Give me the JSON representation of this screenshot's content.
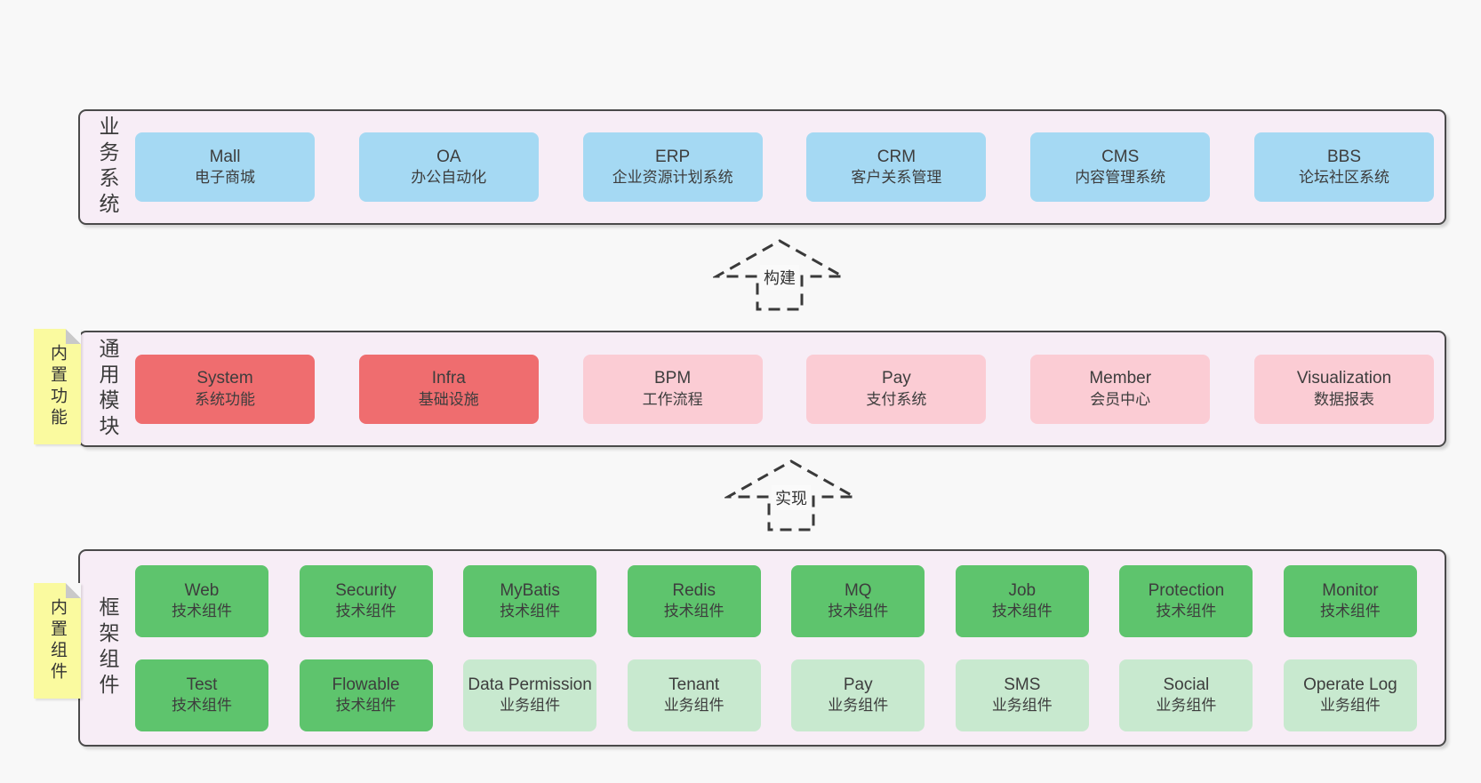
{
  "colors": {
    "page_background": "#f8f8f8",
    "band_background": "#f7edf6",
    "band_border": "#4a4a4a",
    "business_box_blue": "#a5d9f3",
    "core_module_red": "#ef6d6f",
    "optional_module_pink": "#fbccd4",
    "tech_component_green": "#5ec46d",
    "biz_component_light_green": "#c8e9cf",
    "sticky_yellow": "#fafa9f",
    "text": "#3d3d3d"
  },
  "bands": [
    {
      "label": "业务系统",
      "boxes": [
        {
          "title": "Mall",
          "subtitle": "电子商城",
          "variant": "blue"
        },
        {
          "title": "OA",
          "subtitle": "办公自动化",
          "variant": "blue"
        },
        {
          "title": "ERP",
          "subtitle": "企业资源计划系统",
          "variant": "blue"
        },
        {
          "title": "CRM",
          "subtitle": "客户关系管理",
          "variant": "blue"
        },
        {
          "title": "CMS",
          "subtitle": "内容管理系统",
          "variant": "blue"
        },
        {
          "title": "BBS",
          "subtitle": "论坛社区系统",
          "variant": "blue"
        }
      ]
    },
    {
      "label": "通用模块",
      "sticky": "内置功能",
      "boxes": [
        {
          "title": "System",
          "subtitle": "系统功能",
          "variant": "red"
        },
        {
          "title": "Infra",
          "subtitle": "基础设施",
          "variant": "red"
        },
        {
          "title": "BPM",
          "subtitle": "工作流程",
          "variant": "pink"
        },
        {
          "title": "Pay",
          "subtitle": "支付系统",
          "variant": "pink"
        },
        {
          "title": "Member",
          "subtitle": "会员中心",
          "variant": "pink"
        },
        {
          "title": "Visualization",
          "subtitle": "数据报表",
          "variant": "pink"
        }
      ]
    },
    {
      "label": "框架组件",
      "sticky": "内置组件",
      "rows": [
        [
          {
            "title": "Web",
            "subtitle": "技术组件",
            "variant": "green-dark"
          },
          {
            "title": "Security",
            "subtitle": "技术组件",
            "variant": "green-dark"
          },
          {
            "title": "MyBatis",
            "subtitle": "技术组件",
            "variant": "green-dark"
          },
          {
            "title": "Redis",
            "subtitle": "技术组件",
            "variant": "green-dark"
          },
          {
            "title": "MQ",
            "subtitle": "技术组件",
            "variant": "green-dark"
          },
          {
            "title": "Job",
            "subtitle": "技术组件",
            "variant": "green-dark"
          },
          {
            "title": "Protection",
            "subtitle": "技术组件",
            "variant": "green-dark"
          },
          {
            "title": "Monitor",
            "subtitle": "技术组件",
            "variant": "green-dark"
          }
        ],
        [
          {
            "title": "Test",
            "subtitle": "技术组件",
            "variant": "green-dark"
          },
          {
            "title": "Flowable",
            "subtitle": "技术组件",
            "variant": "green-dark"
          },
          {
            "title": "Data Permission",
            "subtitle": "业务组件",
            "variant": "green-light"
          },
          {
            "title": "Tenant",
            "subtitle": "业务组件",
            "variant": "green-light"
          },
          {
            "title": "Pay",
            "subtitle": "业务组件",
            "variant": "green-light"
          },
          {
            "title": "SMS",
            "subtitle": "业务组件",
            "variant": "green-light"
          },
          {
            "title": "Social",
            "subtitle": "业务组件",
            "variant": "green-light"
          },
          {
            "title": "Operate Log",
            "subtitle": "业务组件",
            "variant": "green-light"
          }
        ]
      ]
    }
  ],
  "arrows": [
    {
      "label": "构建"
    },
    {
      "label": "实现"
    }
  ]
}
